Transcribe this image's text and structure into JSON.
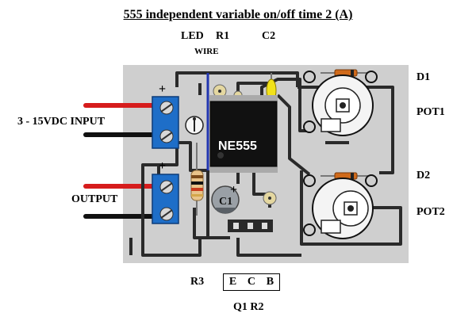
{
  "title": "555 independent variable on/off time  2 (A)",
  "labels": {
    "led": "LED",
    "r1": "R1",
    "c2": "C2",
    "wire": "WIRE",
    "d1": "D1",
    "pot1": "POT1",
    "d2": "D2",
    "pot2": "POT2",
    "input": "3 - 15VDC INPUT",
    "output": "OUTPUT",
    "r3": "R3",
    "q1r2": "Q1  R2",
    "c1": "C1",
    "ic": "NE555",
    "pin_e": "E",
    "pin_c": "C",
    "pin_b": "B",
    "plus_top": "+",
    "plus_bottom": "+",
    "plus_c1": "+"
  },
  "colors": {
    "board": "#cfcfcf",
    "trace": "#2a2a2a",
    "terminal": "#1e6ec8",
    "red_wire": "#d61c1c",
    "black_wire": "#111111",
    "ic_body": "#111111",
    "c2_cap": "#f2e21a",
    "pad": "#e4d7a0"
  }
}
